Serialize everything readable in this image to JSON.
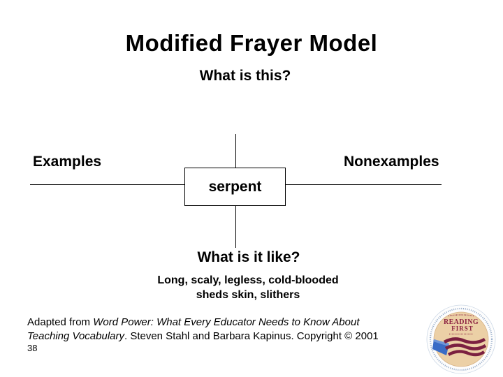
{
  "slide": {
    "title": "Modified Frayer Model",
    "subtitle": "What is this?",
    "diagram": {
      "left_label": "Examples",
      "right_label": "Nonexamples",
      "center_term": "serpent"
    },
    "question": "What is it like?",
    "answer_line1": "Long, scaly, legless, cold-blooded",
    "answer_line2": "sheds skin, slithers",
    "footer": {
      "line1_regular": "Adapted from ",
      "line1_italic": "Word Power: What Every Educator Needs to Know About",
      "line2_italic": "Teaching Vocabulary",
      "line2_regular": ". Steven Stahl and Barbara Kapinus. Copyright © 2001"
    },
    "page_number": "38",
    "logo": {
      "line1": "READING",
      "line2": "FIRST",
      "colors": {
        "inner_circle": "#ecd0a6",
        "seal_text": "#8c2342",
        "waves": "#7b2040",
        "book": "#3a6cc6",
        "ring_text": "#5e7fae"
      }
    },
    "colors": {
      "background": "#ffffff",
      "text": "#000000"
    }
  }
}
